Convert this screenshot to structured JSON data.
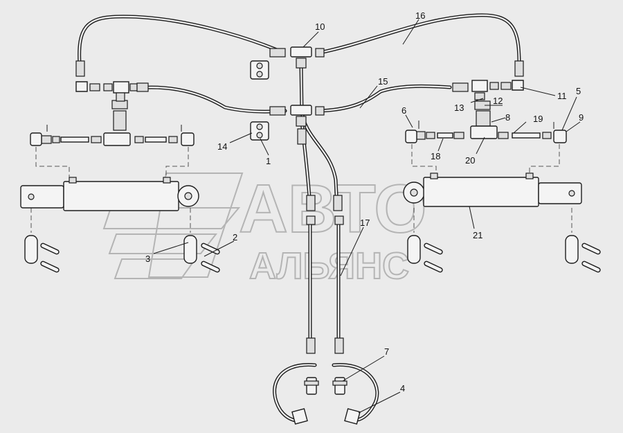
{
  "watermark": {
    "line1": "АВТО",
    "line2": "АЛЬЯНС"
  },
  "callouts": [
    {
      "id": "c1",
      "label": "1"
    },
    {
      "id": "c2",
      "label": "2"
    },
    {
      "id": "c3",
      "label": "3"
    },
    {
      "id": "c4",
      "label": "4"
    },
    {
      "id": "c5",
      "label": "5"
    },
    {
      "id": "c6",
      "label": "6"
    },
    {
      "id": "c7",
      "label": "7"
    },
    {
      "id": "c8",
      "label": "8"
    },
    {
      "id": "c9",
      "label": "9"
    },
    {
      "id": "c10",
      "label": "10"
    },
    {
      "id": "c11",
      "label": "11"
    },
    {
      "id": "c12",
      "label": "12"
    },
    {
      "id": "c13",
      "label": "13"
    },
    {
      "id": "c14",
      "label": "14"
    },
    {
      "id": "c15",
      "label": "15"
    },
    {
      "id": "c16",
      "label": "16"
    },
    {
      "id": "c17",
      "label": "17"
    },
    {
      "id": "c18",
      "label": "18"
    },
    {
      "id": "c19",
      "label": "19"
    },
    {
      "id": "c20",
      "label": "20"
    },
    {
      "id": "c21",
      "label": "21"
    }
  ]
}
